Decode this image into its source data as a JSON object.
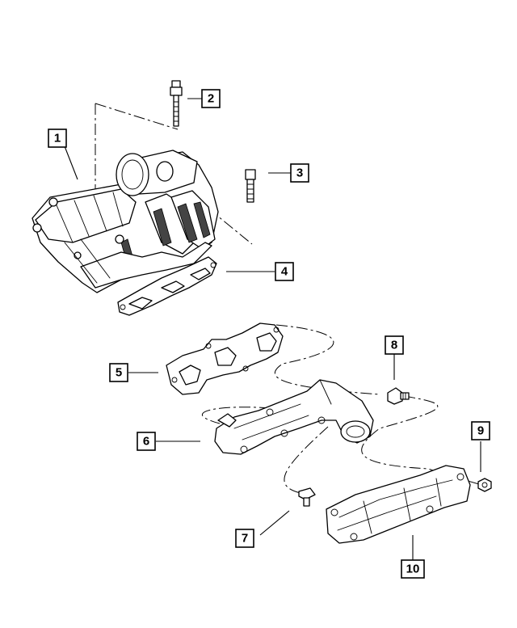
{
  "callouts": [
    {
      "id": "1",
      "label": "1"
    },
    {
      "id": "2",
      "label": "2"
    },
    {
      "id": "3",
      "label": "3"
    },
    {
      "id": "4",
      "label": "4"
    },
    {
      "id": "5",
      "label": "5"
    },
    {
      "id": "6",
      "label": "6"
    },
    {
      "id": "7",
      "label": "7"
    },
    {
      "id": "8",
      "label": "8"
    },
    {
      "id": "9",
      "label": "9"
    },
    {
      "id": "10",
      "label": "10"
    }
  ],
  "parts": [
    {
      "callout": "1",
      "icon": "intake-manifold-icon"
    },
    {
      "callout": "2",
      "icon": "bolt-icon"
    },
    {
      "callout": "3",
      "icon": "bolt-icon"
    },
    {
      "callout": "4",
      "icon": "intake-gasket-icon"
    },
    {
      "callout": "5",
      "icon": "exhaust-gasket-icon"
    },
    {
      "callout": "6",
      "icon": "exhaust-manifold-icon"
    },
    {
      "callout": "7",
      "icon": "bolt-icon"
    },
    {
      "callout": "8",
      "icon": "stud-icon"
    },
    {
      "callout": "9",
      "icon": "nut-icon"
    },
    {
      "callout": "10",
      "icon": "heat-shield-icon"
    }
  ]
}
